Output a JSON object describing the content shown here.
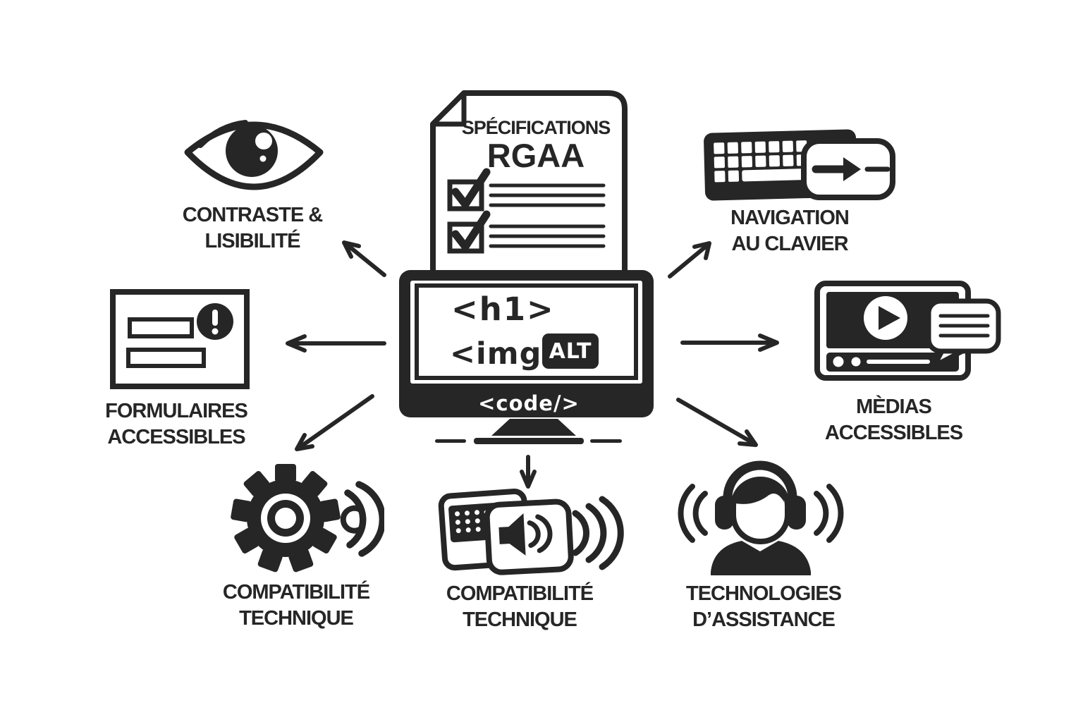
{
  "colors": {
    "ink": "#262626",
    "background": "#ffffff"
  },
  "document": {
    "title_line1": "SPÉCIFICATIONS",
    "title_line2": "RGAA"
  },
  "center_monitor": {
    "h1_tag": "<h1>",
    "img_tag": "<img>",
    "alt_badge": "ALT",
    "code_tag": "<code/>"
  },
  "nodes": {
    "contrast": {
      "line1": "CONTRASTE &",
      "line2": "LISIBILITÉ"
    },
    "keyboard_nav": {
      "line1": "NAVIGATION",
      "line2": "AU CLAVIER"
    },
    "forms": {
      "line1": "FORMULAIRES",
      "line2": "ACCESSIBLES"
    },
    "media": {
      "line1": "MÈDIAS",
      "line2": "ACCESSIBLES"
    },
    "compat_gear": {
      "line1": "COMPATIBILITÉ",
      "line2": "TECHNIQUE"
    },
    "compat_device": {
      "line1": "COMPATIBILITÉ",
      "line2": "TECHNIQUE"
    },
    "assistive": {
      "line1": "TECHNOLOGIES",
      "line2": "D’ASSISTANCE"
    }
  }
}
